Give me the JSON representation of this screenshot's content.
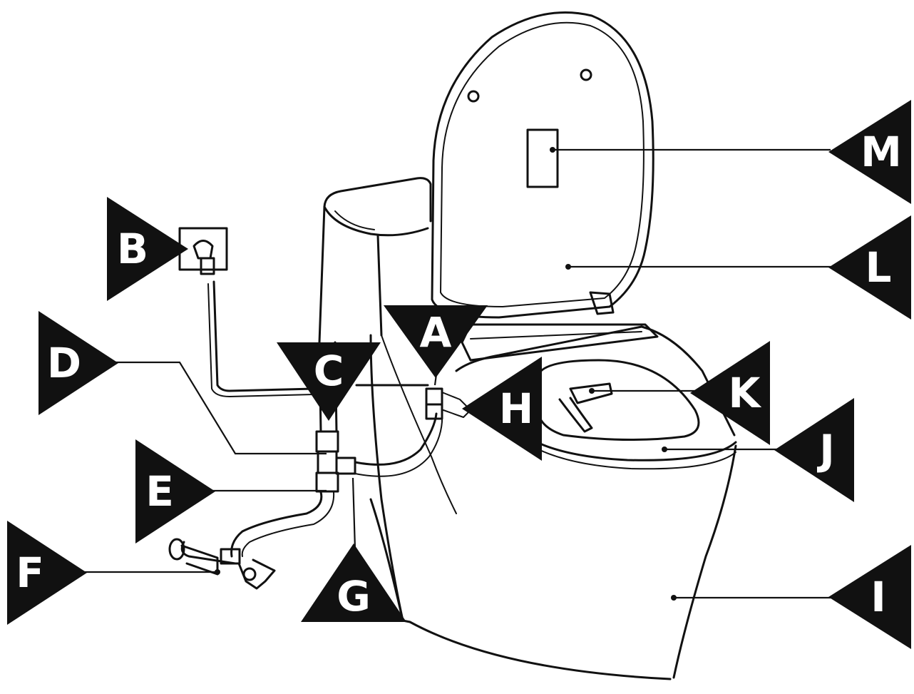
{
  "diagram": {
    "callouts": [
      {
        "id": "A",
        "label": "A"
      },
      {
        "id": "B",
        "label": "B"
      },
      {
        "id": "C",
        "label": "C"
      },
      {
        "id": "D",
        "label": "D"
      },
      {
        "id": "E",
        "label": "E"
      },
      {
        "id": "F",
        "label": "F"
      },
      {
        "id": "G",
        "label": "G"
      },
      {
        "id": "H",
        "label": "H"
      },
      {
        "id": "I",
        "label": "I"
      },
      {
        "id": "J",
        "label": "J"
      },
      {
        "id": "K",
        "label": "K"
      },
      {
        "id": "L",
        "label": "L"
      },
      {
        "id": "M",
        "label": "M"
      }
    ]
  }
}
